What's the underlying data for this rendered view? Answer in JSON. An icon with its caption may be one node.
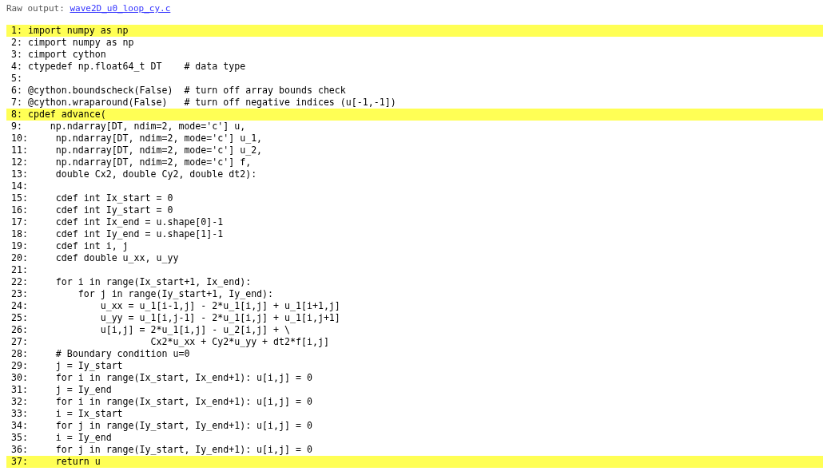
{
  "diagram": {
    "nodes": [
      {
        "text": [
          "1: import numpy as np"
        ]
      },
      {
        "text": [
          "8: cpdef advance("
        ]
      },
      {
        "text": [
          "37:     return u"
        ]
      }
    ],
    "labels": [
      "Raw output:",
      "wave2D_u0_loop_cy.c",
      "2: cimport numpy as np",
      "3: cimport cython",
      "4: ctypedef np.float64_t DT    # data type",
      "5:",
      "6: @cython.boundscheck(False)  # turn off array bounds check",
      "7: @cython.wraparound(False)   # turn off negative indices (u[-1,-1])",
      "9:     np.ndarray[DT, ndim=2, mode='c'] u,",
      "10:     np.ndarray[DT, ndim=2, mode='c'] u_1,",
      "11:     np.ndarray[DT, ndim=2, mode='c'] u_2,",
      "12:     np.ndarray[DT, ndim=2, mode='c'] f,",
      "13:     double Cx2, double Cy2, double dt2):",
      "14:",
      "15:     cdef int Ix_start = 0",
      "16:     cdef int Iy_start = 0",
      "17:     cdef int Ix_end = u.shape[0]-1",
      "18:     cdef int Iy_end = u.shape[1]-1",
      "19:     cdef int i, j",
      "20:     cdef double u_xx, u_yy",
      "21:",
      "22:     for i in range(Ix_start+1, Ix_end):",
      "23:         for j in range(Iy_start+1, Iy_end):",
      "24:             u_xx = u_1[i-1,j] - 2*u_1[i,j] + u_1[i+1,j]",
      "25:             u_yy = u_1[i,j-1] - 2*u_1[i,j] + u_1[i,j+1]",
      "26:             u[i,j] = 2*u_1[i,j] - u_2[i,j] + \\",
      "27:                      Cx2*u_xx + Cy2*u_yy + dt2*f[i,j]",
      "28:     # Boundary condition u=0",
      "29:     j = Iy_start",
      "30:     for i in range(Ix_start, Ix_end+1): u[i,j] = 0",
      "31:     j = Iy_end",
      "32:     for i in range(Ix_start, Ix_end+1): u[i,j] = 0",
      "33:     i = Ix_start",
      "34:     for j in range(Iy_start, Iy_end+1): u[i,j] = 0",
      "35:     i = Iy_end",
      "36:     for j in range(Iy_start, Iy_end+1): u[i,j] = 0"
    ]
  }
}
